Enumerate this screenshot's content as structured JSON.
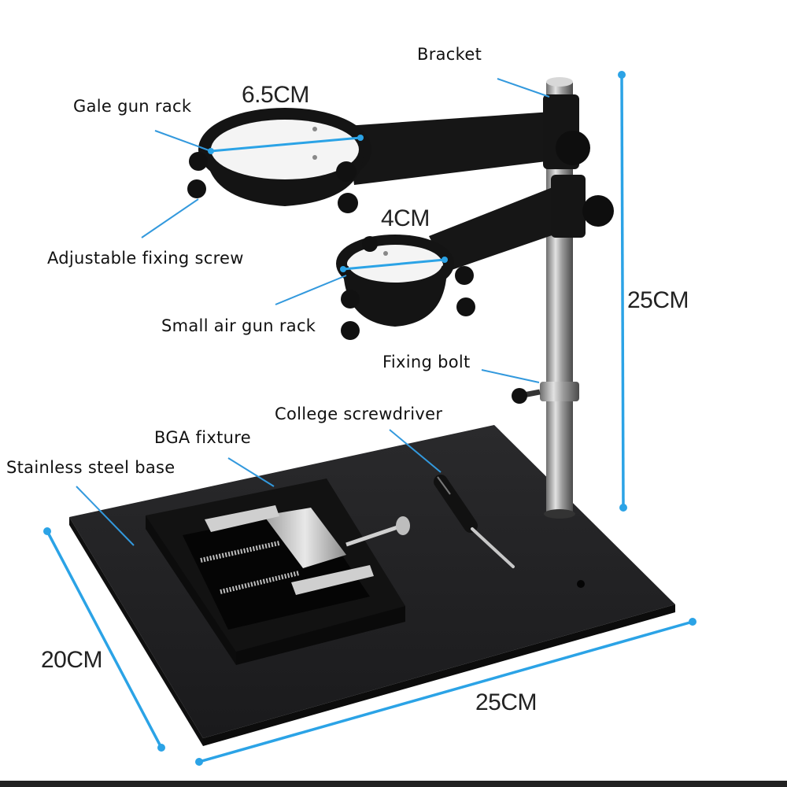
{
  "labels": {
    "bracket": "Bracket",
    "gale_gun_rack": "Gale gun rack",
    "adjustable_fixing_screw": "Adjustable fixing screw",
    "small_air_gun_rack": "Small air gun rack",
    "fixing_bolt": "Fixing bolt",
    "college_screwdriver": "College screwdriver",
    "bga_fixture": "BGA fixture",
    "stainless_steel_base": "Stainless steel base"
  },
  "dimensions": {
    "large_ring": "6.5CM",
    "small_ring": "4CM",
    "height": "25CM",
    "width": "25CM",
    "depth": "20CM"
  },
  "colors": {
    "callout": "#3399dd",
    "dimension": "#2ba3e6",
    "metal_black": "#141414",
    "steel": "#a8a8a8"
  }
}
